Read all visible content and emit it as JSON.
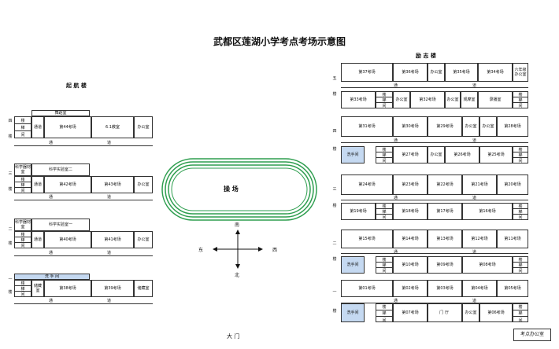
{
  "title": "武都区莲湖小学考点考场示意图",
  "left_building": {
    "name": "起 航 楼",
    "floors": [
      {
        "floor": "四",
        "lou": "楼",
        "top_room": "舞蹈室",
        "stairs": [
          "楼",
          "梯",
          "间"
        ],
        "walk": "通道",
        "rooms": [
          "第44考场",
          "6.1教室",
          "办公室"
        ],
        "corridor": [
          "通",
          "道"
        ]
      },
      {
        "floor": "三",
        "lou": "楼",
        "top_left": "科学器材室",
        "top_room": "科学实验室二",
        "stairs": [
          "楼",
          "梯",
          "间"
        ],
        "walk": "通道",
        "rooms": [
          "第42考场",
          "第43考场",
          "办公室"
        ],
        "corridor": [
          "通",
          "道"
        ]
      },
      {
        "floor": "二",
        "lou": "楼",
        "top_left": "科学器材室",
        "top_room": "科学实验室一",
        "stairs": [
          "楼",
          "梯",
          "间"
        ],
        "walk": "通道",
        "rooms": [
          "第40考场",
          "第41考场",
          "办公室"
        ],
        "corridor": [
          "通",
          "道"
        ]
      },
      {
        "floor": "一",
        "lou": "楼",
        "top_room": "洗 手 间",
        "stairs": [
          "楼",
          "梯",
          "间"
        ],
        "walk": "储藏室",
        "rooms": [
          "第38考场",
          "第39考场",
          "储藏室"
        ],
        "corridor": [
          "通",
          "道"
        ]
      }
    ]
  },
  "right_building": {
    "name": "励 志 楼",
    "floor5": {
      "floor": "五",
      "lou": "楼",
      "top": [
        "第37考场",
        "第36考场",
        "办公室",
        "第35考场",
        "第34考场",
        "六年级办公室"
      ],
      "bottom": [
        "第33考场",
        "办公室",
        "第32考场",
        "办公室",
        "观摩室",
        "录播室"
      ],
      "stairs_left": [
        "楼",
        "梯",
        "间"
      ],
      "stairs_right": [
        "楼",
        "梯",
        "间"
      ]
    },
    "floor4": {
      "floor": "四",
      "lou": "楼",
      "top": [
        "第31考场",
        "第30考场",
        "第29考场",
        "办公室",
        "办公室",
        "第28考场"
      ],
      "washroom": "洗手间",
      "bottom": [
        "第27考场",
        "办公室",
        "第26考场",
        "第25考场"
      ]
    },
    "floor3": {
      "floor": "三",
      "lou": "楼",
      "top": [
        "第24考场",
        "第23考场",
        "第22考场",
        "第21考场",
        "第20考场"
      ],
      "bottom": [
        "第19考场",
        "第18考场",
        "第17考场",
        "第16考场"
      ]
    },
    "floor2": {
      "floor": "二",
      "lou": "楼",
      "top": [
        "第15考场",
        "第14考场",
        "第13考场",
        "第12考场",
        "第11考场"
      ],
      "washroom": "洗手间",
      "bottom": [
        "第10考场",
        "第09考场",
        "第08考场"
      ]
    },
    "floor1": {
      "floor": "一",
      "lou": "楼",
      "top": [
        "第01考场",
        "第02考场",
        "第03考场",
        "第04考场",
        "第05考场"
      ],
      "washroom": "洗手间",
      "bottom": [
        "第07考场",
        "门厅",
        "办公室",
        "第06考场"
      ]
    },
    "corridor": [
      "通",
      "道"
    ],
    "stairs": [
      "楼",
      "梯",
      "间"
    ]
  },
  "playground": "操 场",
  "compass": {
    "north_top": "南",
    "south_bottom": "北",
    "west_left": "东",
    "east_right": "西"
  },
  "gate": "大 门",
  "exam_office": "考点办公室",
  "colors": {
    "track": "#2e9e4f",
    "washroom": "#c5d9f1",
    "stair_stripe": "#2e9e4f"
  }
}
